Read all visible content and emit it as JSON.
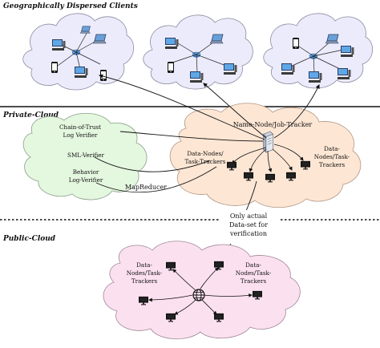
{
  "sections": {
    "clients": "Geographically Dispersed Clients",
    "private": "Private-Cloud",
    "public": "Public-Cloud"
  },
  "private_cloud": {
    "verifiers": [
      "Chain-of-Trust",
      "Log Verifier",
      "SML-Verifier",
      "Behavior",
      "Log-Verifier"
    ],
    "mapreducer": "MapReducer",
    "name_node": "Name-Node/Job-Tracker",
    "data_nodes_left": [
      "Data-Nodes/",
      "Task-Trackers"
    ],
    "data_nodes_right": [
      "Data-",
      "Nodes/Task-",
      "Trackers"
    ]
  },
  "transfer_note": [
    "Only actual",
    "Data-set for",
    "verification"
  ],
  "public_cloud": {
    "data_nodes_left": [
      "Data-",
      "Nodes/Task-",
      "Trackers"
    ],
    "data_nodes_right": [
      "Data-",
      "Nodes/Task-",
      "Trackers"
    ]
  },
  "colors": {
    "client_cloud": "#ecebfb",
    "verifier_cloud": "#e4f7df",
    "private_cloud": "#fde6d4",
    "public_cloud": "#fbe0f0",
    "divider": "#111111"
  }
}
